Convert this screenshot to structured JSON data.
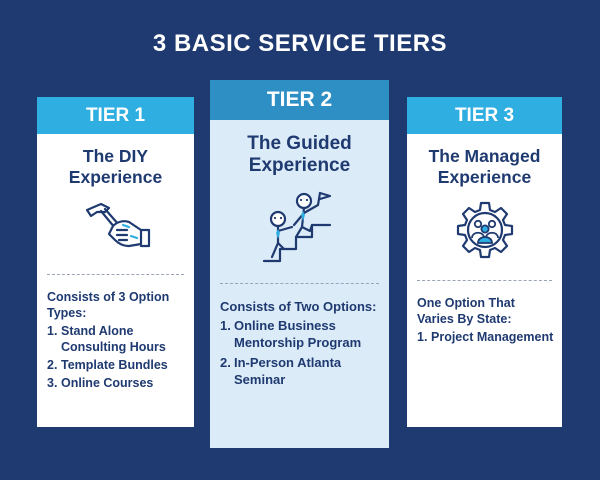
{
  "title": "3 BASIC SERVICE TIERS",
  "colors": {
    "background": "#1f3a70",
    "tier_header": "#2eaee1",
    "tier_header_featured": "#2e8fc4",
    "featured_card": "#dcebf8",
    "text": "#1f3a70"
  },
  "tiers": [
    {
      "label": "TIER 1",
      "title": "The DIY Experience",
      "icon": "hammer-hand-icon",
      "description": "Consists of 3 Option Types:",
      "options": [
        {
          "num": "1.",
          "text": "Stand Alone Consulting Hours"
        },
        {
          "num": "2.",
          "text": "Template Bundles"
        },
        {
          "num": "3.",
          "text": "Online Courses"
        }
      ]
    },
    {
      "label": "TIER 2",
      "title": "The Guided Experience",
      "icon": "guided-climb-icon",
      "description": "Consists of Two Options:",
      "options": [
        {
          "num": "1.",
          "text": "Online Business Mentorship Program"
        },
        {
          "num": "2.",
          "text": "In-Person Atlanta Seminar"
        }
      ]
    },
    {
      "label": "TIER 3",
      "title": "The Managed Experience",
      "icon": "team-gear-icon",
      "description": "One Option That Varies By State:",
      "options": [
        {
          "num": "1.",
          "text": "Project Management"
        }
      ]
    }
  ]
}
